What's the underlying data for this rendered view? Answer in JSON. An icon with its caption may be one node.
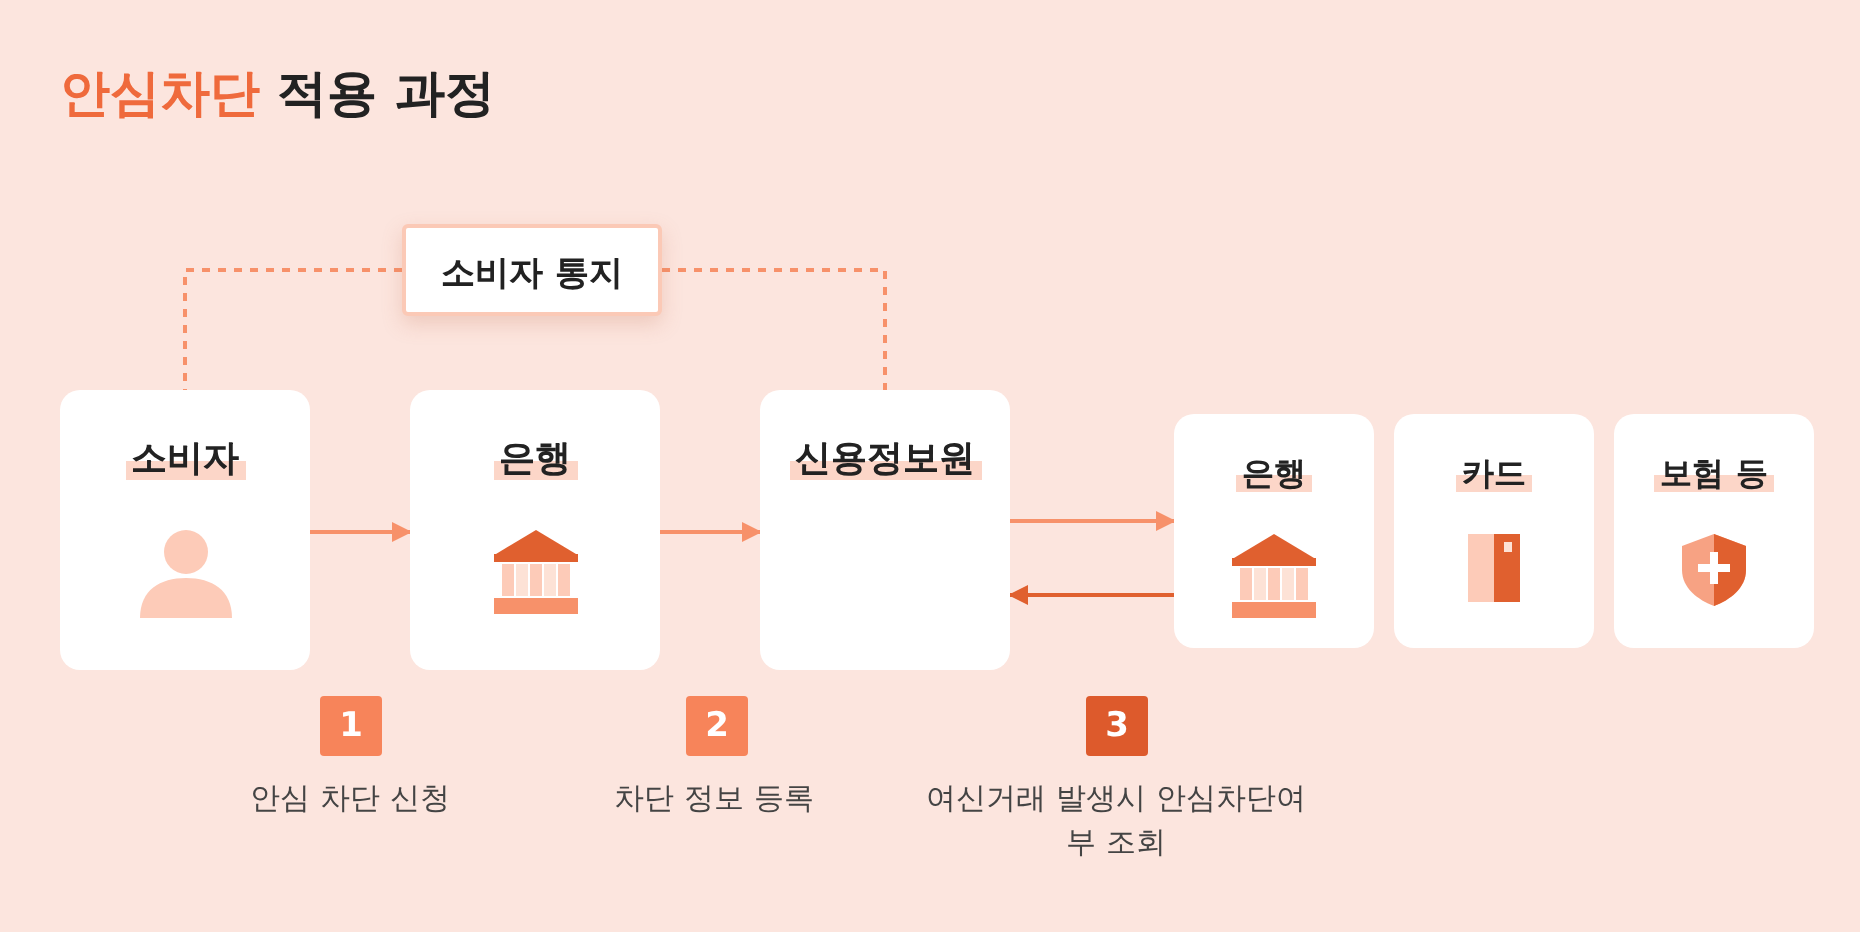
{
  "diagram": {
    "title": "**안심차단** 적용 과정",
    "nodes": [
      {
        "text": [
          "소비자"
        ]
      },
      {
        "text": [
          "은행"
        ]
      },
      {
        "text": [
          "신용정보원"
        ]
      },
      {
        "text": [
          "은행"
        ]
      },
      {
        "text": [
          "카드"
        ]
      },
      {
        "text": [
          "보험 등"
        ]
      },
      {
        "text": [
          "소비자 통지"
        ]
      }
    ],
    "edges": [
      {
        "from": 0,
        "to": 1,
        "arrow": "to"
      },
      {
        "from": 1,
        "to": 2,
        "arrow": "to"
      },
      {
        "from": 2,
        "to": 3,
        "arrow": "to"
      },
      {
        "from": 3,
        "to": 2,
        "arrow": "to",
        "color": "#e0602f"
      },
      {
        "from": 6,
        "to": 0,
        "arrow": "none",
        "style": "dashed"
      },
      {
        "from": 6,
        "to": 2,
        "arrow": "none",
        "style": "dashed"
      }
    ],
    "labels": [
      "1",
      "안심 차단 신청",
      "2",
      "차단 정보 등록",
      "3",
      "여신거래 발생시 안심차단여부 조회"
    ]
  }
}
